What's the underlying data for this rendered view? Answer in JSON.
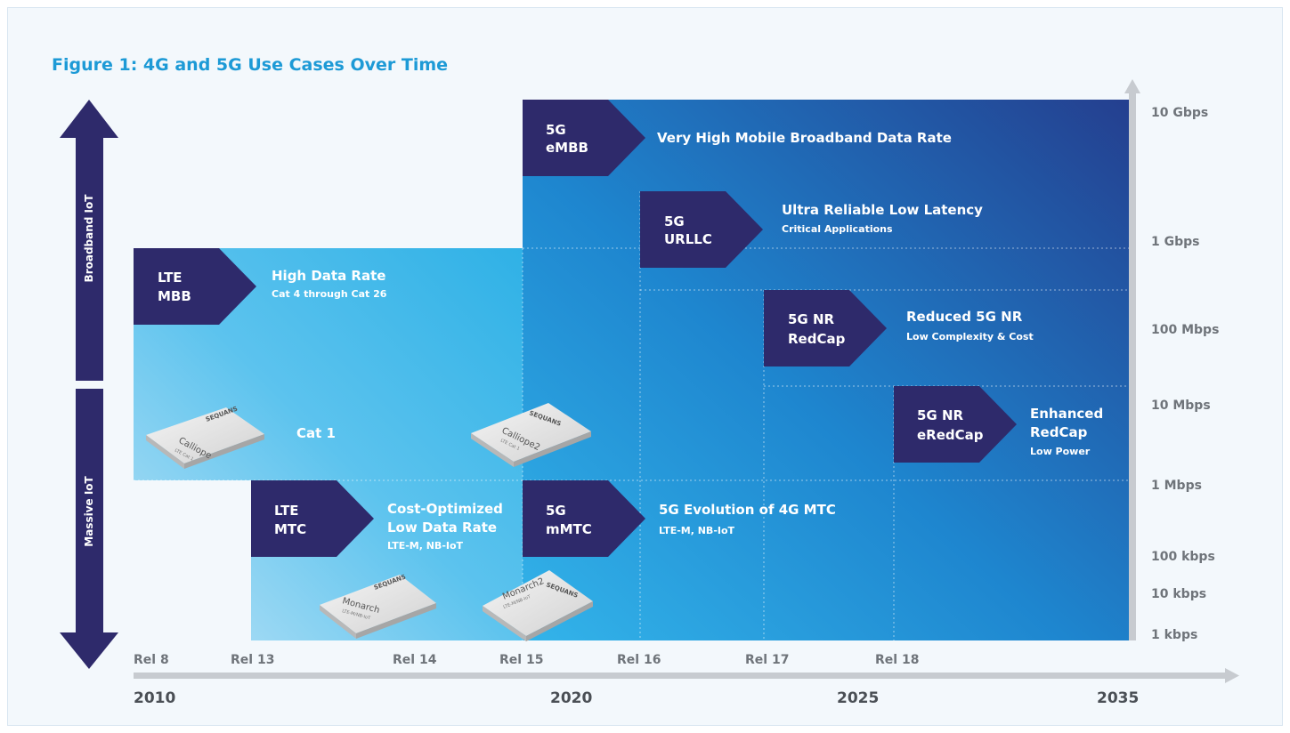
{
  "title": "Figure 1: 4G and 5G Use Cases Over Time",
  "colors": {
    "title": "#1d9ad6",
    "navy": "#2e2a6b",
    "arrow_gray": "#c7cbd0",
    "light_blue": "#9fd8f2",
    "mid_blue": "#2fb1e6",
    "dark_blue": "#1f4ea6"
  },
  "left_axis": {
    "top_label": "Broadband IoT",
    "bottom_label": "Massive IoT"
  },
  "right_axis": {
    "ticks": [
      "10 Gbps",
      "1 Gbps",
      "100 Mbps",
      "10 Mbps",
      "1 Mbps",
      "100 kbps",
      "10 kbps",
      "1 kbps"
    ]
  },
  "releases": [
    "Rel 8",
    "Rel 13",
    "Rel 14",
    "Rel 15",
    "Rel 16",
    "Rel 17",
    "Rel 18"
  ],
  "years": [
    "2010",
    "2020",
    "2025",
    "2035"
  ],
  "use_cases": [
    {
      "tag_lines": [
        "5G",
        "eMBB"
      ],
      "title_lines": [
        "Very High Mobile Broadband Data Rate"
      ],
      "subtitle": ""
    },
    {
      "tag_lines": [
        "5G",
        "URLLC"
      ],
      "title_lines": [
        "Ultra Reliable Low Latency"
      ],
      "subtitle": "Critical Applications"
    },
    {
      "tag_lines": [
        "LTE",
        "MBB"
      ],
      "title_lines": [
        "High Data Rate"
      ],
      "subtitle": "Cat 4 through Cat 26"
    },
    {
      "tag_lines": [
        "5G NR",
        "RedCap"
      ],
      "title_lines": [
        "Reduced 5G NR"
      ],
      "subtitle": "Low Complexity & Cost"
    },
    {
      "tag_lines": [
        "5G NR",
        "eRedCap"
      ],
      "title_lines": [
        "Enhanced",
        "RedCap"
      ],
      "subtitle": "Low Power"
    },
    {
      "tag_lines": [
        "LTE",
        "MTC"
      ],
      "title_lines": [
        "Cost-Optimized",
        "Low Data Rate"
      ],
      "subtitle": "LTE-M, NB-IoT"
    },
    {
      "tag_lines": [
        "5G",
        "mMTC"
      ],
      "title_lines": [
        "5G Evolution of 4G MTC"
      ],
      "subtitle": "LTE-M, NB-IoT"
    }
  ],
  "cat1_label": "Cat 1",
  "chips": [
    {
      "brand": "SEQUANS",
      "name": "Calliope",
      "sub": "LTE Cat 1"
    },
    {
      "brand": "SEQUANS",
      "name": "Calliope2",
      "sub": "LTE Cat 1"
    },
    {
      "brand": "SEQUANS",
      "name": "Monarch",
      "sub": "LTE-M/NB-IoT"
    },
    {
      "brand": "SEQUANS",
      "name": "Monarch2",
      "sub": "LTE-M/NB-IoT"
    }
  ]
}
